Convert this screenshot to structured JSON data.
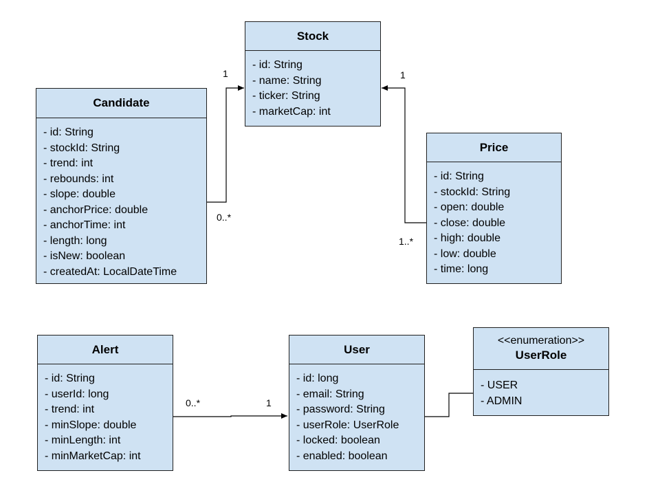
{
  "classes": {
    "stock": {
      "name": "Stock",
      "attributes": [
        "- id: String",
        "- name: String",
        "- ticker: String",
        "- marketCap: int"
      ]
    },
    "candidate": {
      "name": "Candidate",
      "attributes": [
        "- id: String",
        "- stockId: String",
        "- trend: int",
        "- rebounds: int",
        "- slope: double",
        "- anchorPrice: double",
        "- anchorTime: int",
        "- length: long",
        "- isNew: boolean",
        "- createdAt: LocalDateTime"
      ]
    },
    "price": {
      "name": "Price",
      "attributes": [
        "- id: String",
        "- stockId: String",
        "- open: double",
        "- close: double",
        "- high: double",
        "- low: double",
        "- time: long"
      ]
    },
    "alert": {
      "name": "Alert",
      "attributes": [
        "- id: String",
        "- userId: long",
        "- trend: int",
        "- minSlope: double",
        "- minLength: int",
        "- minMarketCap: int"
      ]
    },
    "user": {
      "name": "User",
      "attributes": [
        "- id: long",
        "- email: String",
        "- password: String",
        "- userRole: UserRole",
        "- locked: boolean",
        "- enabled: boolean"
      ]
    },
    "userrole": {
      "stereotype": "<<enumeration>>",
      "name": "UserRole",
      "attributes": [
        "- USER",
        "- ADMIN"
      ]
    }
  },
  "multiplicities": {
    "candidate_stock_stock_end": "1",
    "candidate_stock_candidate_end": "0..*",
    "price_stock_stock_end": "1",
    "price_stock_price_end": "1..*",
    "alert_user_alert_end": "0..*",
    "alert_user_user_end": "1"
  }
}
